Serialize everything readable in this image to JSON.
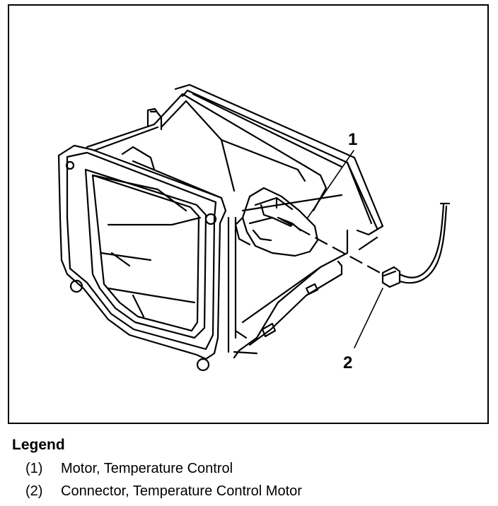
{
  "figure": {
    "callouts": [
      {
        "id": "1",
        "label": "1"
      },
      {
        "id": "2",
        "label": "2"
      }
    ]
  },
  "legend": {
    "title": "Legend",
    "items": [
      {
        "number": "(1)",
        "text": "Motor, Temperature Control"
      },
      {
        "number": "(2)",
        "text": "Connector, Temperature Control Motor"
      }
    ]
  }
}
